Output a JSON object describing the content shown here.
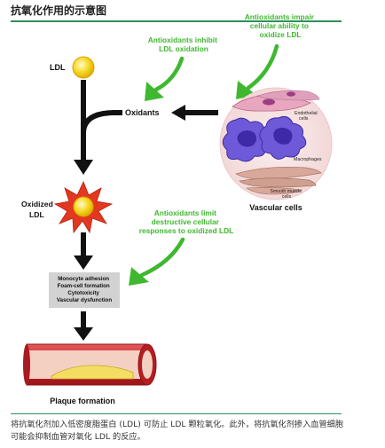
{
  "header": {
    "title": "抗氧化作用的示意图"
  },
  "diagram": {
    "ldl": "LDL",
    "oxidants": "Oxidants",
    "oxidized_ldl": [
      "Oxidized",
      "LDL"
    ],
    "note_inhibit": [
      "Antioxidants inhibit",
      "LDL oxidation"
    ],
    "note_impair": [
      "Antioxidants impair",
      "cellular ability to",
      "oxidize LDL"
    ],
    "note_limit": [
      "Antioxidants limit",
      "destructive cellular",
      "responses to oxidized LDL"
    ],
    "effects": [
      "Monocyte adhesion",
      "Foam-cell formation",
      "Cytotoxicity",
      "Vascular dysfunction"
    ],
    "cells": {
      "endothelial": [
        "Endothelial",
        "cells"
      ],
      "macrophages": "Macrophages",
      "smooth_muscle": [
        "Smooth muscle",
        "cells"
      ],
      "title": "Vascular cells"
    },
    "plaque": "Plaque formation"
  },
  "caption": "将抗氧化剂加入低密度脂蛋白 (LDL) 可防止 LDL 颗粒氧化。此外，将抗氧化剂掺入血管细胞可能会抑制血管对氧化 LDL 的反应。",
  "colors": {
    "accent_green": "#3fb82f",
    "rule_green": "#2f8f5b",
    "ldl_yellow": "#f6d823",
    "burst_red": "#e2381f",
    "effects_box": "#d2d2d2",
    "artery_red": "#c8242a",
    "cell_circle": "#f5dede",
    "macrophage_blue": "#6e5ad8"
  }
}
